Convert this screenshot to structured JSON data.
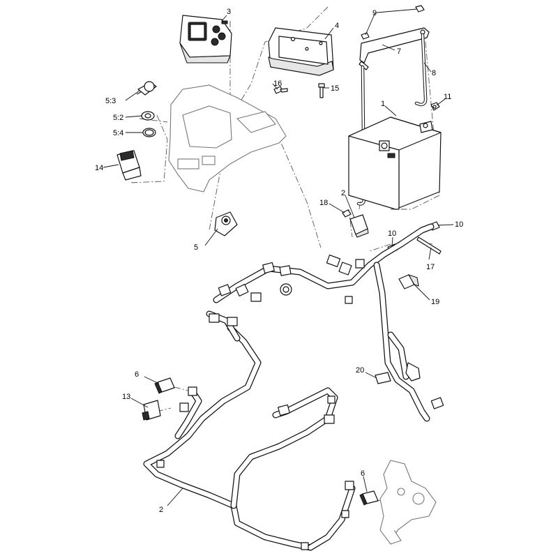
{
  "callouts": {
    "c1": "1",
    "c2_top": "2",
    "c2_bottom": "2",
    "c3": "3",
    "c4": "4",
    "c5": "5",
    "c5_2": "5:2",
    "c5_3": "5:3",
    "c5_4": "5:4",
    "c6_left": "6",
    "c6_right": "6",
    "c7": "7",
    "c8": "8",
    "c9": "9",
    "c10_left": "10",
    "c10_right": "10",
    "c11": "11",
    "c13": "13",
    "c14": "14",
    "c15": "15",
    "c16": "16",
    "c17": "17",
    "c18": "18",
    "c19": "19",
    "c20": "20"
  }
}
